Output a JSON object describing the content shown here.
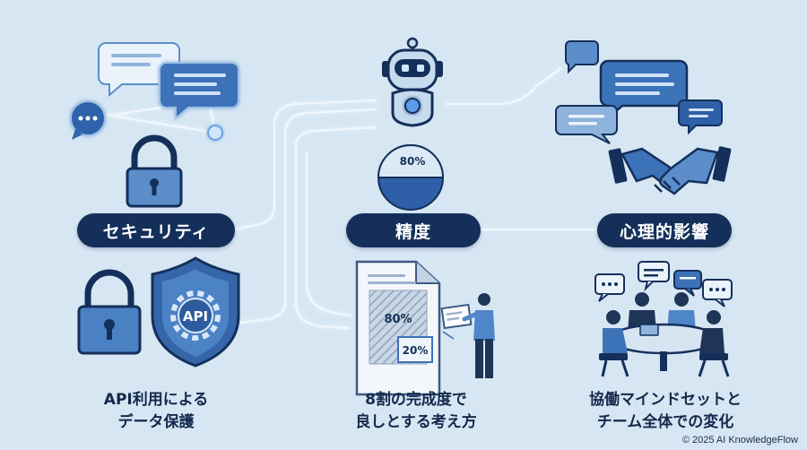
{
  "colors": {
    "background": "#d6e6f3",
    "navy": "#14305a",
    "accent_blue": "#3c72b8",
    "mid_blue": "#5b8dcb",
    "light_blue": "#9ec1e6",
    "glow_line": "#ffffff"
  },
  "icons": {
    "security": [
      "chat-bubble-icon",
      "padlock-icon"
    ],
    "accuracy": [
      "robot-icon",
      "pie-chart-icon"
    ],
    "psychology": [
      "chat-bubble-icon",
      "handshake-icon"
    ],
    "data_protection": [
      "padlock-icon",
      "api-shield-icon",
      "gear-icon"
    ],
    "completion": [
      "document-icon",
      "person-icon"
    ],
    "mindset": [
      "team-meeting-icon",
      "chat-bubble-icon"
    ]
  },
  "pills": {
    "security": "セキュリティ",
    "accuracy": "精度",
    "psychology": "心理的影響"
  },
  "badges": {
    "pie_percent": "80%",
    "doc_percent_main": "80%",
    "doc_percent_small": "20%",
    "shield_label": "API"
  },
  "captions": {
    "data_protection": [
      "API利用による",
      "データ保護"
    ],
    "completion": [
      "8割の完成度で",
      "良しとする考え方"
    ],
    "mindset": [
      "協働マインドセットと",
      "チーム全体での変化"
    ]
  },
  "footer": "© 2025 AI KnowledgeFlow"
}
